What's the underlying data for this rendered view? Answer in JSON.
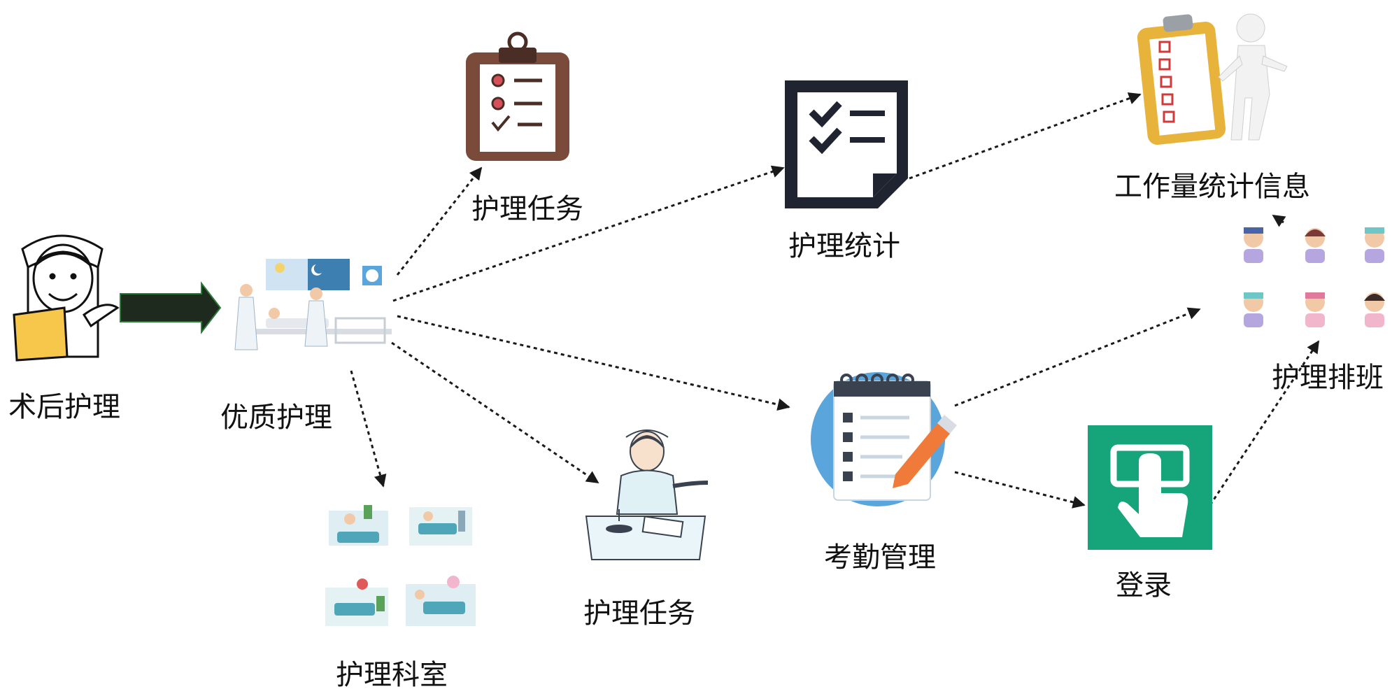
{
  "diagram": {
    "nodes": {
      "postop_care": {
        "label": "术后护理",
        "icon": "nurse-holding-clipboard-icon"
      },
      "quality_care": {
        "label": "优质护理",
        "icon": "hospital-ward-icon"
      },
      "nursing_task_top": {
        "label": "护理任务",
        "icon": "clipboard-checklist-icon"
      },
      "nursing_stats": {
        "label": "护理统计",
        "icon": "checklist-document-icon"
      },
      "workload_info": {
        "label": "工作量统计信息",
        "icon": "figure-with-clipboard-icon"
      },
      "nursing_schedule": {
        "label": "护理排班",
        "icon": "medical-staff-avatars-icon"
      },
      "attendance": {
        "label": "考勤管理",
        "icon": "notepad-with-pencil-icon"
      },
      "login": {
        "label": "登录",
        "icon": "touch-login-icon"
      },
      "nursing_task_bottom": {
        "label": "护理任务",
        "icon": "nurse-at-desk-icon"
      },
      "nursing_dept": {
        "label": "护理科室",
        "icon": "hospital-rooms-icon"
      }
    },
    "edges": [
      {
        "from": "postop_care",
        "to": "quality_care",
        "style": "solid-arrow"
      },
      {
        "from": "quality_care",
        "to": "nursing_task_top",
        "style": "dotted-arrow"
      },
      {
        "from": "quality_care",
        "to": "nursing_stats",
        "style": "dotted-arrow"
      },
      {
        "from": "nursing_stats",
        "to": "workload_info",
        "style": "dotted-arrow"
      },
      {
        "from": "quality_care",
        "to": "attendance",
        "style": "dotted-arrow"
      },
      {
        "from": "quality_care",
        "to": "nursing_task_bottom",
        "style": "dotted-arrow"
      },
      {
        "from": "quality_care",
        "to": "nursing_dept",
        "style": "dotted-arrow"
      },
      {
        "from": "attendance",
        "to": "nursing_schedule",
        "style": "dotted-arrow"
      },
      {
        "from": "attendance",
        "to": "login",
        "style": "dotted-arrow"
      },
      {
        "from": "login",
        "to": "nursing_schedule",
        "style": "dotted-arrow"
      },
      {
        "from": "nursing_schedule",
        "to": "workload_info",
        "style": "dotted-arrow"
      }
    ],
    "colors": {
      "arrow": "#1a1a1a",
      "clipboard_brown": "#7a4a3a",
      "stats_doc": "#1f2430",
      "attendance_circle": "#5aa6dc",
      "login_green": "#16a57a",
      "pencil_orange": "#f07a3a",
      "clipboard_yellow": "#e8b33a",
      "check_red": "#d23a3a"
    }
  }
}
